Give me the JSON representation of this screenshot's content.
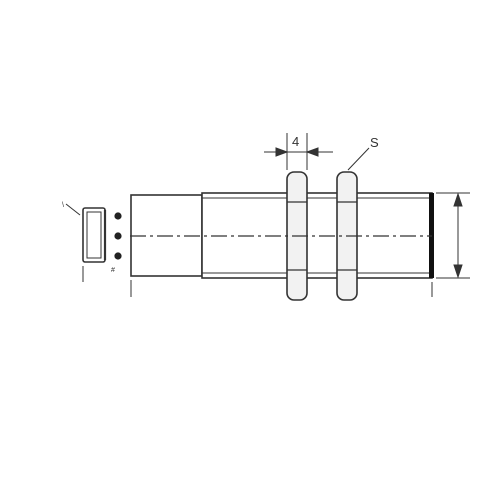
{
  "drawing": {
    "type": "inductive-proximity-sensor-outline",
    "line_color": "#333333",
    "body_fill": "#ffffff",
    "nut_fill": "#f2f2f2",
    "annotations": {
      "nut_thickness_label": "4",
      "wrench_size_label": "S",
      "connector_label": "\\",
      "cable_pin_label": "#"
    }
  }
}
